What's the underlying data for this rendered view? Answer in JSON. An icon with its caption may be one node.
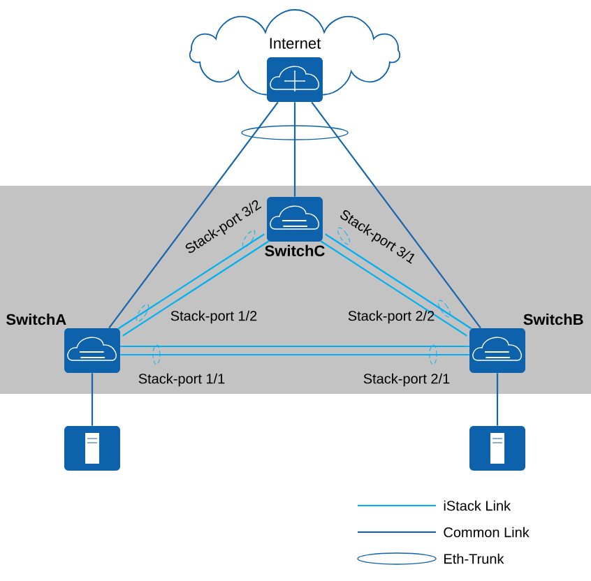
{
  "diagram": {
    "nodes": [
      {
        "text": [
          "Internet"
        ]
      },
      {
        "text": [],
        "shape": "box"
      },
      {
        "text": [
          "SwitchC"
        ]
      },
      {
        "text": [
          "SwitchA"
        ]
      },
      {
        "text": [
          "SwitchB"
        ]
      },
      {
        "text": [],
        "shape": "box"
      },
      {
        "text": [],
        "shape": "box"
      }
    ],
    "edges": [
      {
        "from": 1,
        "to": 3,
        "arrow": "none",
        "color": "#1565ad"
      },
      {
        "from": 1,
        "to": 2,
        "arrow": "none",
        "color": "#1565ad"
      },
      {
        "from": 1,
        "to": 4,
        "arrow": "none",
        "color": "#1565ad"
      },
      {
        "from": 3,
        "to": 2,
        "arrow": "none"
      },
      {
        "from": 3,
        "to": 2,
        "arrow": "none"
      },
      {
        "from": 2,
        "to": 4,
        "arrow": "none"
      },
      {
        "from": 2,
        "to": 4,
        "arrow": "none"
      },
      {
        "from": 3,
        "to": 4,
        "arrow": "none"
      },
      {
        "from": 3,
        "to": 4,
        "arrow": "none"
      },
      {
        "from": 3,
        "to": 5,
        "arrow": "none",
        "color": "#1565ad"
      },
      {
        "from": 4,
        "to": 6,
        "arrow": "none",
        "color": "#1565ad"
      }
    ],
    "labels": [
      "Stack-port 3/2",
      "Stack-port 3/1",
      "Stack-port 1/2",
      "Stack-port 2/2",
      "Stack-port 1/1",
      "Stack-port 2/1"
    ],
    "legend": [
      {
        "text": "iStack Link"
      },
      {
        "text": "Common Link"
      },
      {
        "text": "Eth-Trunk"
      }
    ]
  }
}
